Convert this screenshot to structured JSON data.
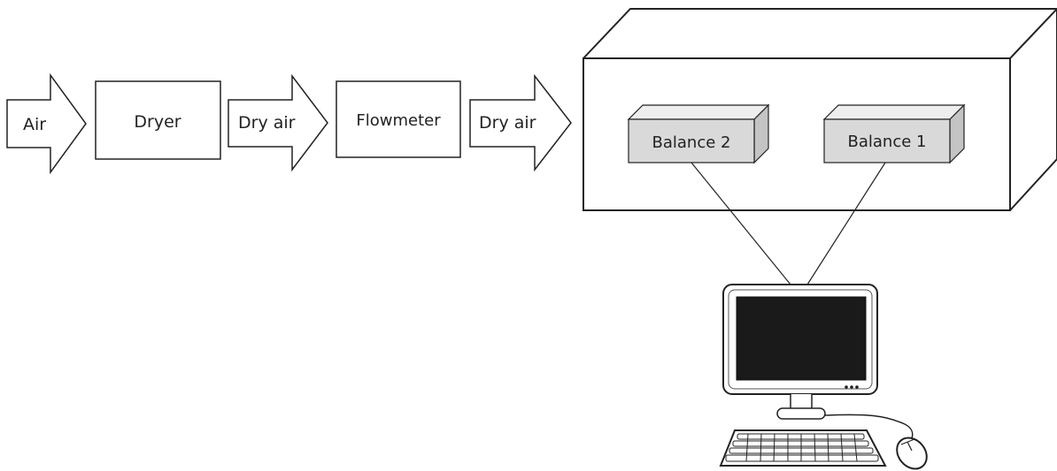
{
  "flow": {
    "air_arrow_label": "Air",
    "dryer_label": "Dryer",
    "dry_air_arrow_1_label": "Dry air",
    "flowmeter_label": "Flowmeter",
    "dry_air_arrow_2_label": "Dry air"
  },
  "chamber": {
    "balance_left_label": "Balance 2",
    "balance_right_label": "Balance 1"
  },
  "computer": {
    "icon": "desktop-computer-icon"
  },
  "colors": {
    "stroke": "#222222",
    "balance_front": "#d9d9d9",
    "balance_top": "#eeeeee",
    "balance_side": "#c4c4c4",
    "screen": "#1a1a1a"
  }
}
